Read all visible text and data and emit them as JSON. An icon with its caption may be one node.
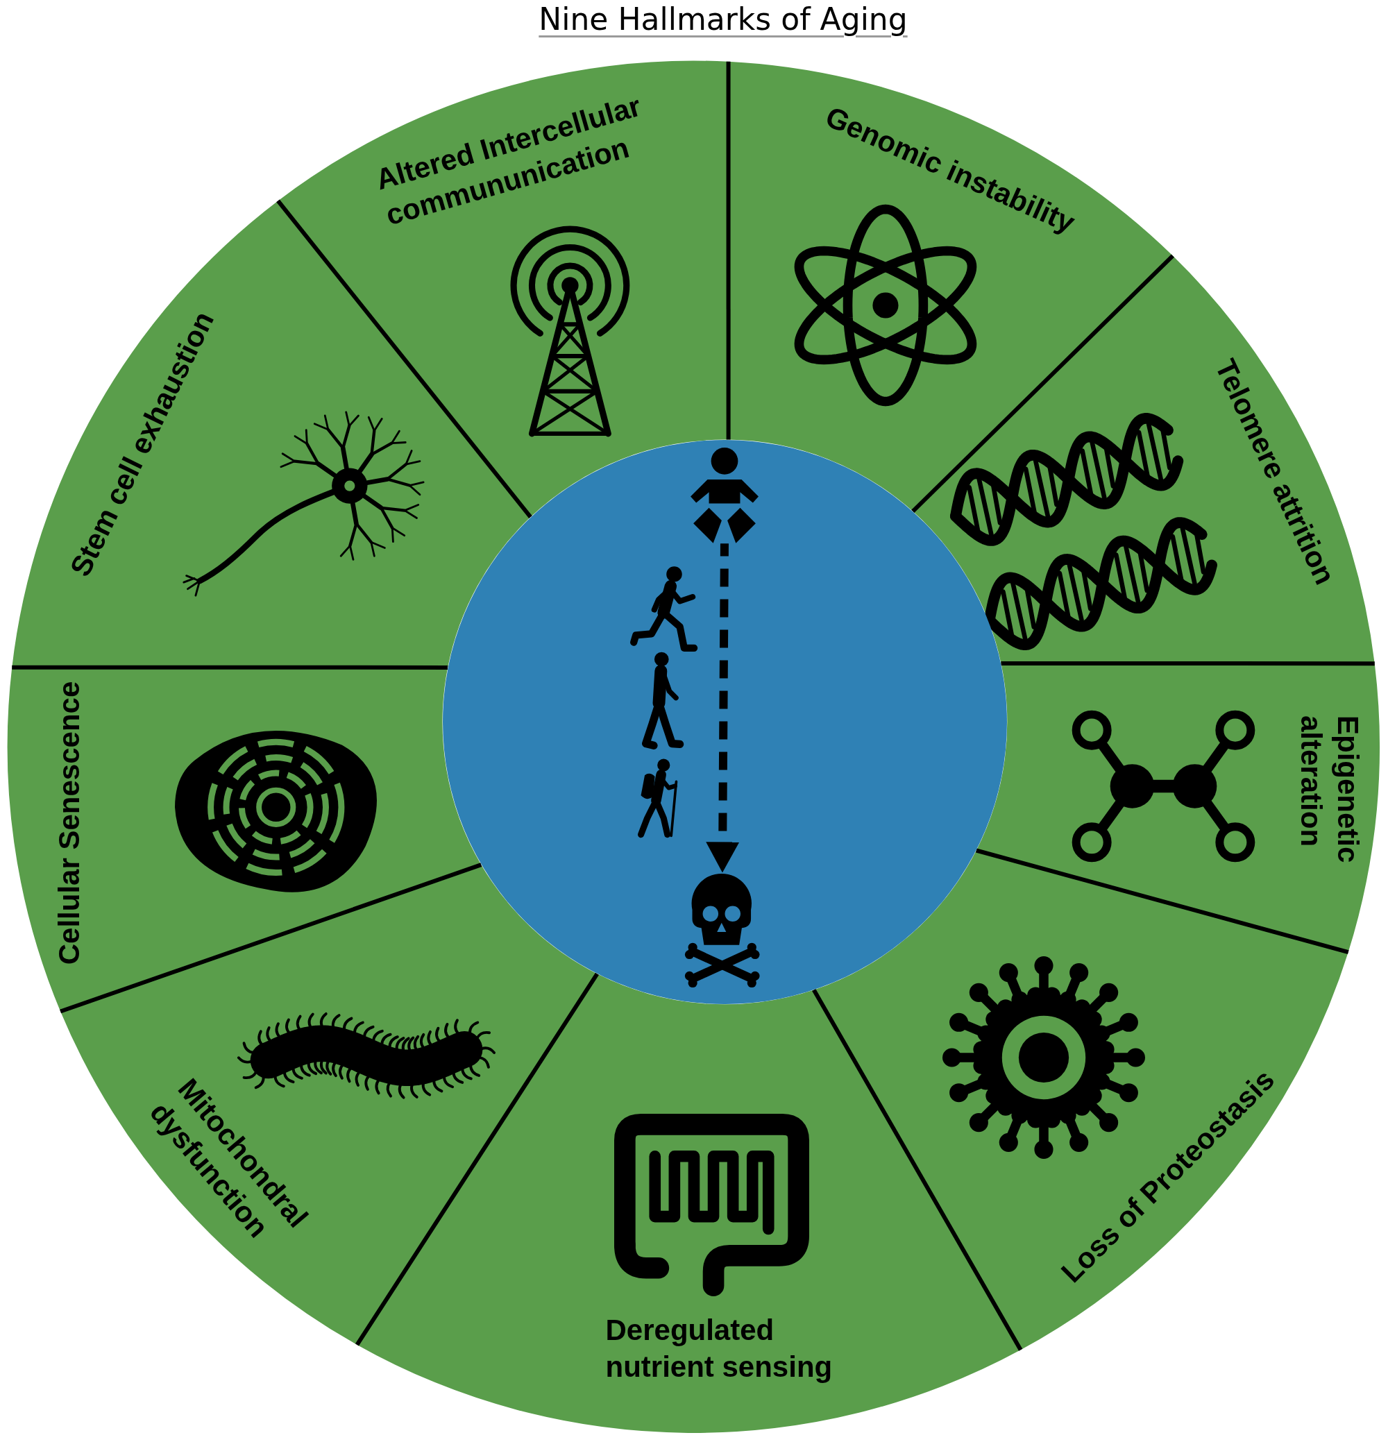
{
  "diagram": {
    "title": "Nine Hallmarks of Aging",
    "nodes": [
      {
        "text": [
          "Genomic instability"
        ]
      },
      {
        "text": [
          "Telomere attrition"
        ]
      },
      {
        "text": [
          "Epigenetic alteration"
        ]
      },
      {
        "text": [
          "Loss of Proteostasis"
        ]
      },
      {
        "text": [
          "Deregulated nutrient sensing"
        ]
      },
      {
        "text": [
          "Mitochondral dysfunction"
        ]
      },
      {
        "text": [
          "Cellular Senescence"
        ]
      },
      {
        "text": [
          "Stem cell exhaustion"
        ]
      },
      {
        "text": [
          "Altered Intercellular commununication"
        ]
      },
      {
        "text": [],
        "shape": "circle"
      },
      {
        "text": [],
        "shape": "person",
        "in": 9
      },
      {
        "text": [],
        "shape": "picture",
        "in": 9
      }
    ],
    "edges": [
      {
        "from": 10,
        "to": 11,
        "arrow": "to",
        "style": "dashed"
      }
    ]
  }
}
